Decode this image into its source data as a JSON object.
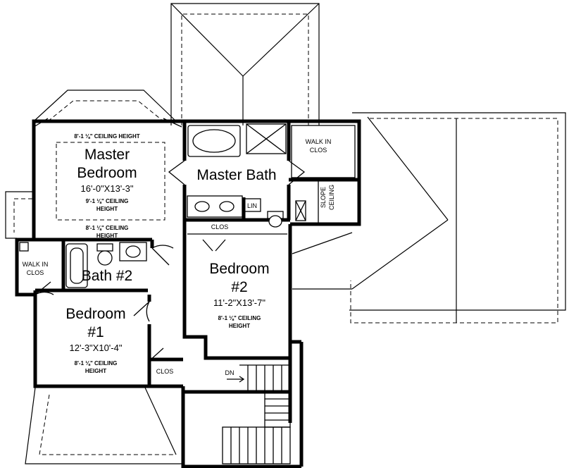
{
  "rooms": {
    "master_bedroom": {
      "name_line1": "Master",
      "name_line2": "Bedroom",
      "dimensions": "16'-0\"X13'-3\"",
      "ceiling_top": "8'-1 ⅛\" CEILING HEIGHT",
      "ceiling_inner_line1": "9'-1 ⅛\" CEILING",
      "ceiling_inner_line2": "HEIGHT",
      "ceiling_bottom_line1": "8'-1 ⅛\" CEILING",
      "ceiling_bottom_line2": "HEIGHT"
    },
    "master_bath": {
      "name": "Master Bath"
    },
    "walk_in_closet_master": {
      "line1": "WALK IN",
      "line2": "CLOS"
    },
    "slope_ceiling": {
      "line1": "SLOPE",
      "line2": "CEILING"
    },
    "linen": {
      "name": "LIN"
    },
    "closet_hall": {
      "name": "CLOS"
    },
    "bath2": {
      "name": "Bath #2"
    },
    "walk_in_closet_bed1": {
      "line1": "WALK IN",
      "line2": "CLOS"
    },
    "bedroom1": {
      "name_line1": "Bedroom",
      "name_line2": "#1",
      "dimensions": "12'-3\"X10'-4\"",
      "ceiling_line1": "8'-1 ⅛\" CEILING",
      "ceiling_line2": "HEIGHT"
    },
    "bedroom2": {
      "name_line1": "Bedroom",
      "name_line2": "#2",
      "dimensions": "11'-2\"X13'-7\"",
      "ceiling_line1": "8'-1 ⅛\" CEILING",
      "ceiling_line2": "HEIGHT"
    },
    "closet_lower": {
      "name": "CLOS"
    },
    "stairs": {
      "label": "DN"
    }
  }
}
